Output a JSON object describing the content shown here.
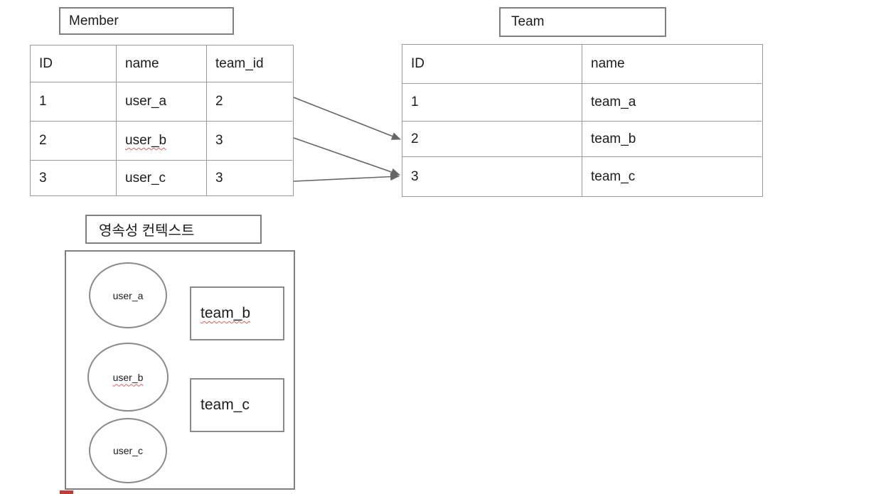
{
  "member": {
    "title": "Member",
    "headers": [
      "ID",
      "name",
      "team_id"
    ],
    "rows": [
      [
        "1",
        "user_a",
        "2"
      ],
      [
        "2",
        "user_b",
        "3"
      ],
      [
        "3",
        "user_c",
        "3"
      ]
    ]
  },
  "team": {
    "title": "Team",
    "headers": [
      "ID",
      "name"
    ],
    "rows": [
      [
        "1",
        "team_a"
      ],
      [
        "2",
        "team_b"
      ],
      [
        "3",
        "team_c"
      ]
    ]
  },
  "relations": [
    {
      "member_id": "1",
      "team_id": "2"
    },
    {
      "member_id": "2",
      "team_id": "3"
    },
    {
      "member_id": "3",
      "team_id": "3"
    }
  ],
  "persistence_context": {
    "title": "영속성 컨텍스트",
    "member_entities": [
      "user_a",
      "user_b",
      "user_c"
    ],
    "team_entities": [
      "team_b",
      "team_c"
    ]
  },
  "colors": {
    "shape_border_gray": "#7f7f7f",
    "table_border_gray": "#9a9a9a",
    "arrow_gray": "#666666",
    "text": "#1c1c1c",
    "spellcheck_red": "#e06060",
    "bottom_artifact_red": "#c33b33"
  }
}
